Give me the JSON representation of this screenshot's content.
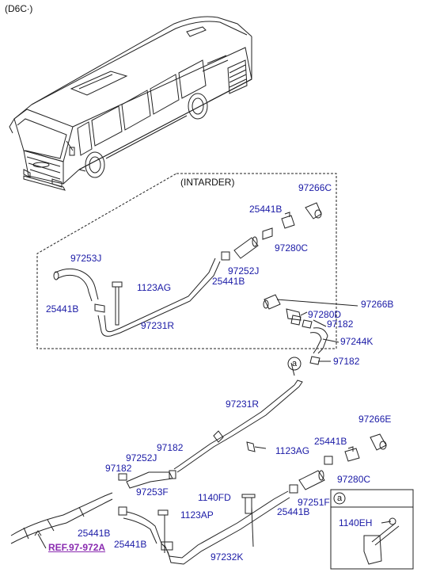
{
  "header": {
    "engine_code": "(D6C",
    "engine_suffix": "∙)"
  },
  "group_label": "(INTARDER)",
  "detail_marker": "a",
  "reference_link": "REF.97-972A",
  "labels": {
    "p97266C": "97266C",
    "p25441B_a": "25441B",
    "p97280C_a": "97280C",
    "p97253J": "97253J",
    "p97252J_a": "97252J",
    "p1123AG_a": "1123AG",
    "p25441B_b": "25441B",
    "p25441B_c": "25441B",
    "p97231R_a": "97231R",
    "p97266B": "97266B",
    "p97280D": "97280D",
    "p97182_a": "97182",
    "p97244K": "97244K",
    "p97182_b": "97182",
    "p97231R_b": "97231R",
    "p97266E": "97266E",
    "p25441B_d": "25441B",
    "p1123AG_b": "1123AG",
    "p97182_c": "97182",
    "p97252J_b": "97252J",
    "p97280C_b": "97280C",
    "p97182_d": "97182",
    "p97253F": "97253F",
    "p1140FD": "1140FD",
    "p97251F": "97251F",
    "p1123AP": "1123AP",
    "p25441B_e": "25441B",
    "p25441B_f": "25441B",
    "p25441B_g": "25441B",
    "p97232K": "97232K",
    "p1140EH": "1140EH"
  },
  "colors": {
    "label": "#1a1aa6",
    "line": "#222222",
    "ref": "#8a2bb0"
  }
}
